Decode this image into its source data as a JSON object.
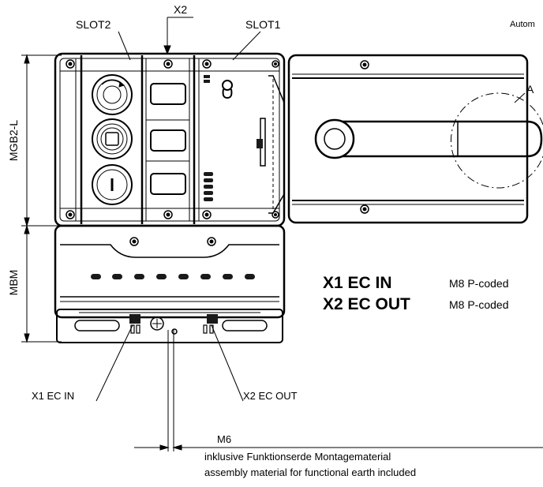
{
  "labels": {
    "top_right": "Autom",
    "slot2": "SLOT2",
    "x2": "X2",
    "slot1": "SLOT1",
    "detail_a": "A",
    "mgb2l": "MGB2-L",
    "mbm": "MBM",
    "x1_ec_in_bold": "X1 EC IN",
    "x1_m8": "M8 P-coded",
    "x2_ec_out_bold": "X2 EC OUT",
    "x2_m8": "M8 P-coded",
    "x1_ec_in": "X1 EC IN",
    "x2_ec_out": "X2 EC OUT",
    "m6": "M6",
    "note_de": "inklusive Funktionserde Montagematerial",
    "note_en": "assembly material for functional earth included"
  },
  "colors": {
    "line": "#000000",
    "dark": "#1a1a1a",
    "background": "#ffffff"
  }
}
